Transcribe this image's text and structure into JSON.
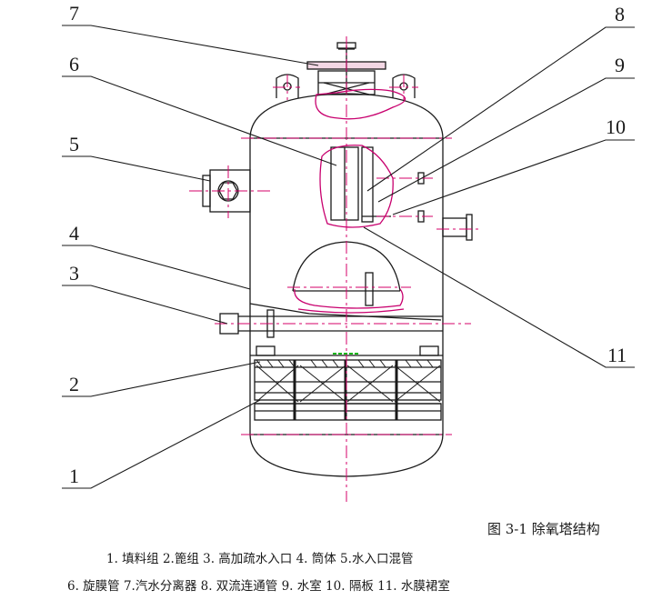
{
  "callouts": [
    "7",
    "6",
    "5",
    "4",
    "3",
    "2",
    "1",
    "8",
    "9",
    "10",
    "11"
  ],
  "caption": "图 3-1  除氧塔结构",
  "legend": {
    "line1": "1.  填料组    2.篦组    3.  高加疏水入口    4.  筒体    5.水入口混管",
    "line2": "6.  旋膜管    7.汽水分离器    8.  双流连通管    9.  水室    10.    隔板  11.  水膜裙室"
  },
  "colors": {
    "ink": "#1a1a1a",
    "cut": "#c8006e",
    "center": "#d4006a",
    "accent": "#18b418"
  }
}
